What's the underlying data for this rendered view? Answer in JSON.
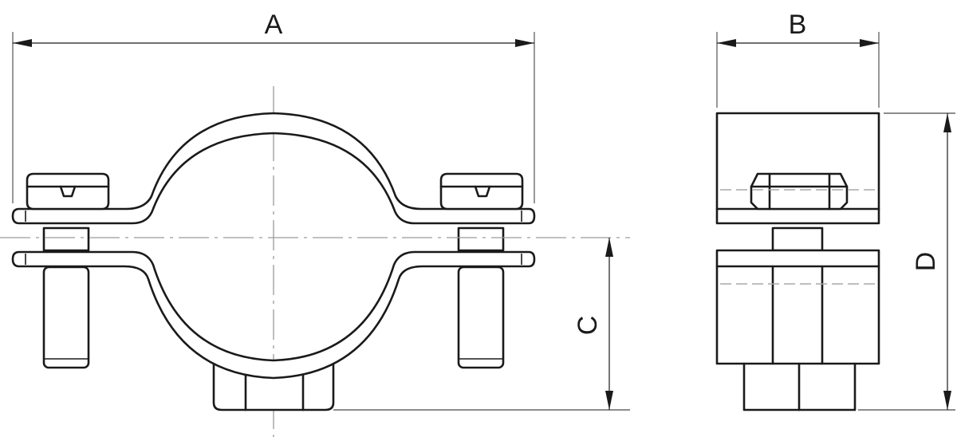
{
  "dimensions": {
    "a": "A",
    "b": "B",
    "c": "C",
    "d": "D"
  },
  "colors": {
    "line": "#1a1a1a",
    "center_line": "#9a9a9a",
    "hidden_line": "#a8a8a8",
    "background": "#ffffff"
  }
}
